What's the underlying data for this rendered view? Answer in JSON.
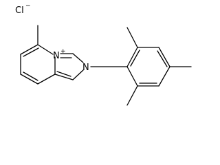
{
  "molecule": {
    "counterion": {
      "symbol": "Cl",
      "charge": "−"
    },
    "ring_nitrogen": {
      "symbol": "N",
      "charge": "+"
    },
    "aryl_nitrogen": {
      "symbol": "N"
    }
  },
  "colors": {
    "bond": "#000000",
    "text": "#000000",
    "background": "#ffffff"
  }
}
